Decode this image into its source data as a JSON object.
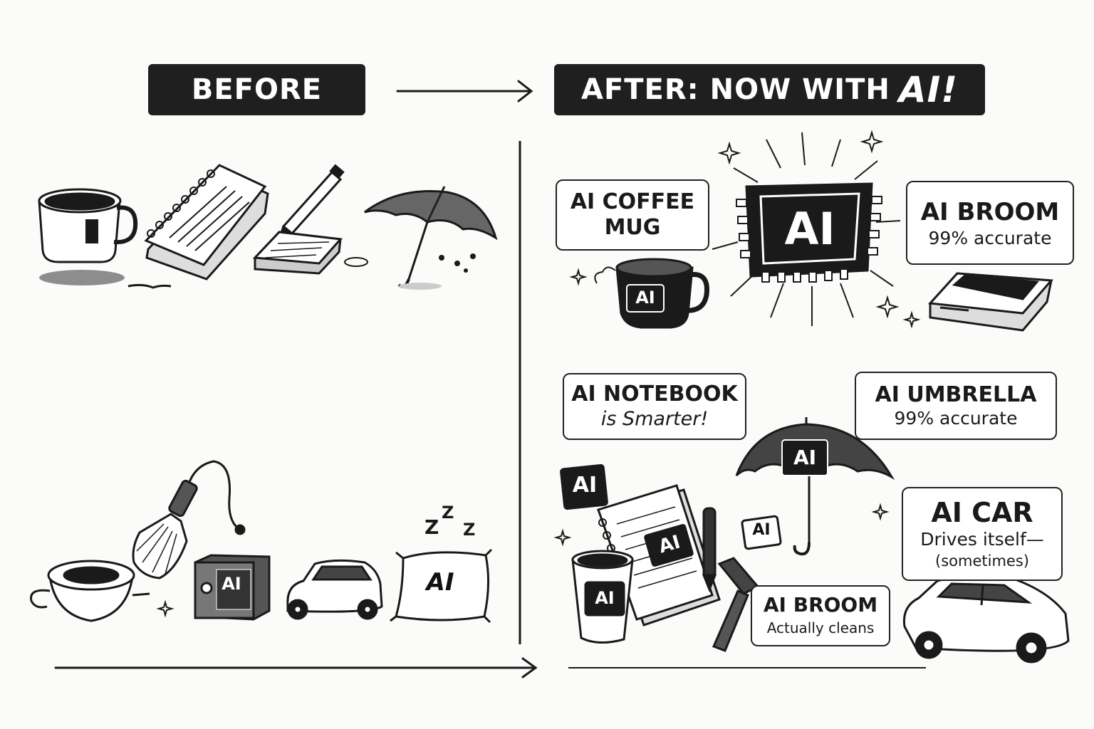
{
  "before": {
    "title": "BEFORE"
  },
  "after": {
    "title_prefix": "AFTER: NOW WITH",
    "title_ai": "AI!"
  },
  "chip": {
    "label": "AI"
  },
  "before_labels": {
    "mug": "[]",
    "box": "AI",
    "pillow": "AI",
    "zzz": "Z Z Z"
  },
  "after_icons": {
    "mug": "AI",
    "umbrella": "AI",
    "notebook": "AI",
    "sticker_1": "AI",
    "sticker_2": "AI",
    "cup": "AI"
  },
  "bubbles": {
    "coffee_mug": {
      "title_1": "AI COFFEE",
      "title_2": "MUG"
    },
    "broom_top": {
      "title": "AI BROOM",
      "subtitle": "99% accurate"
    },
    "notebook": {
      "title": "AI NOTEBOOK",
      "subtitle": "is Smarter!"
    },
    "umbrella": {
      "title": "AI UMBRELLA",
      "subtitle": "99% accurate"
    },
    "car": {
      "title": "AI CAR",
      "subtitle_1": "Drives itself—",
      "subtitle_2": "(sometimes)"
    },
    "broom_bottom": {
      "title": "AI BROOM",
      "subtitle": "Actually cleans"
    }
  },
  "colors": {
    "ink": "#1a1a1a",
    "banner": "#1f1f1f",
    "paper": "#fbfbf9",
    "umbrella": "#555555"
  },
  "icons": [
    "coffee-mug-icon",
    "notebook-icon",
    "pen-icon",
    "notepad-icon",
    "umbrella-icon",
    "bowl-icon",
    "broom-icon",
    "box-icon",
    "car-icon",
    "pillow-icon",
    "chip-icon",
    "laptop-icon",
    "sparkle-icon",
    "arrow-right-icon"
  ]
}
